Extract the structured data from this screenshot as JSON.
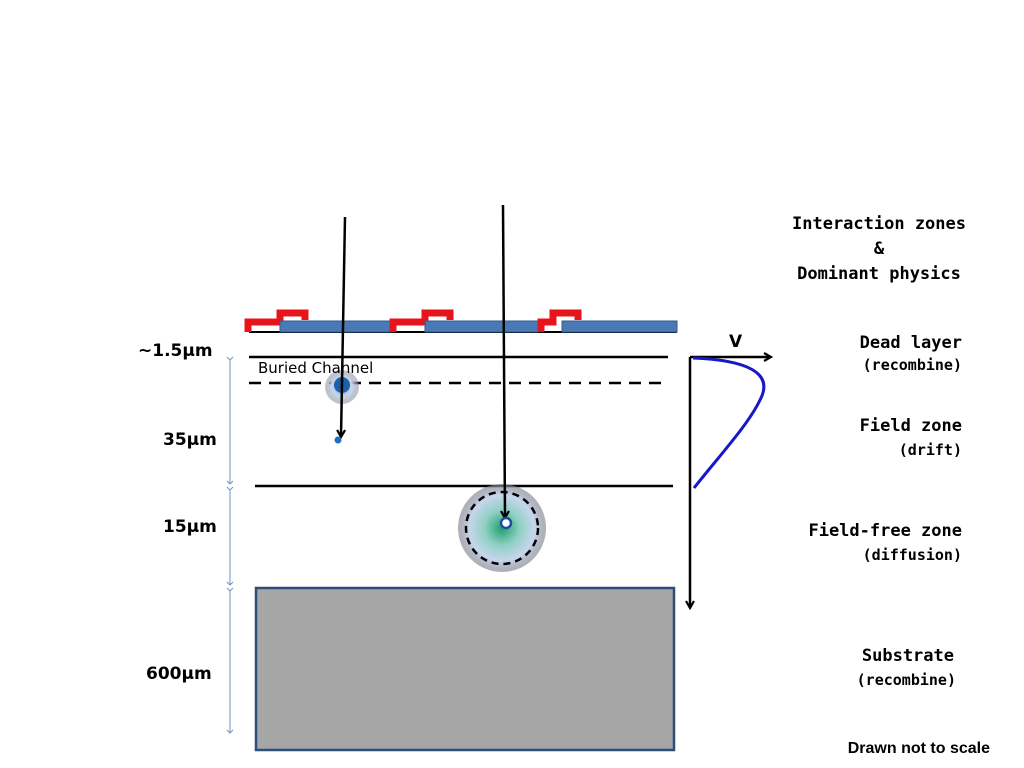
{
  "header": {
    "line1": "Interaction zones",
    "line2": "&",
    "line3": "Dominant physics"
  },
  "depths": {
    "dead": "~1.5μm",
    "field": "35μm",
    "free": "15μm",
    "substrate": "600μm"
  },
  "buried_channel": "Buried Channel",
  "voltage_label": "V",
  "zones": {
    "dead": {
      "title": "Dead layer",
      "sub": "(recombine)"
    },
    "field": {
      "title": "Field zone",
      "sub": "(drift)"
    },
    "free": {
      "title": "Field-free zone",
      "sub": "(diffusion)"
    },
    "substrate": {
      "title": "Substrate",
      "sub": "(recombine)"
    }
  },
  "note": "Drawn not to scale",
  "colors": {
    "gate_red": "#e8141c",
    "gate_blue": "#4a7ab5",
    "substrate": "#a6a6a6",
    "dim_arrow": "#6d96c8",
    "potential_curve": "#1818c8",
    "cloud_green": "#1fa06a"
  }
}
